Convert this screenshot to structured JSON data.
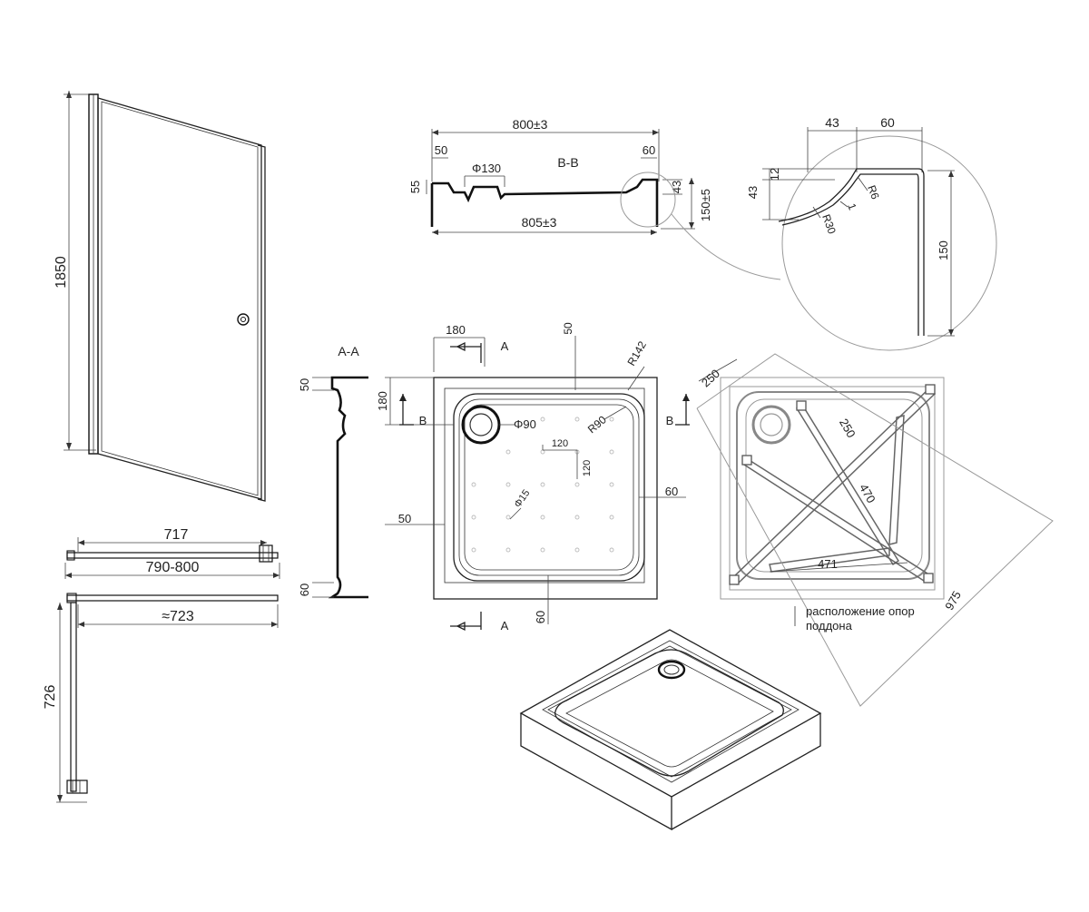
{
  "door": {
    "height": "1850",
    "width_inner": "717",
    "width_range": "790-800",
    "width_approx": "≈723",
    "side_height": "726"
  },
  "section_bb": {
    "title": "B-B",
    "top_width": "800±3",
    "bottom_width": "805±3",
    "left_rim": "50",
    "right_rim": "60",
    "left_height": "55",
    "drain_dia": "Φ130",
    "right_height": "43",
    "total_height": "150±5"
  },
  "detail": {
    "dim_43": "43",
    "dim_60": "60",
    "dim_12": "12",
    "dim_43v": "43",
    "r6": "R6",
    "one": "1",
    "r30": "R30",
    "dim_150": "150"
  },
  "section_aa": {
    "title": "A-A",
    "top": "50",
    "bottom": "60"
  },
  "plan": {
    "dim_180h": "180",
    "dim_180v": "180",
    "dim_50top": "50",
    "r142": "R142",
    "r90": "R90",
    "drain": "Φ90",
    "grid_h": "120",
    "grid_v": "120",
    "hole": "Φ15",
    "dim_50left": "50",
    "dim_60right": "60",
    "dim_60bottom": "60",
    "cut_a_top": "A",
    "cut_a_bottom": "A",
    "cut_b_left": "B",
    "cut_b_right": "B"
  },
  "supports": {
    "dim_250a": "250",
    "dim_250b": "250",
    "dim_470": "470",
    "dim_471": "471",
    "dim_975": "975",
    "caption_line1": "расположение опор",
    "caption_line2": "поддона"
  }
}
